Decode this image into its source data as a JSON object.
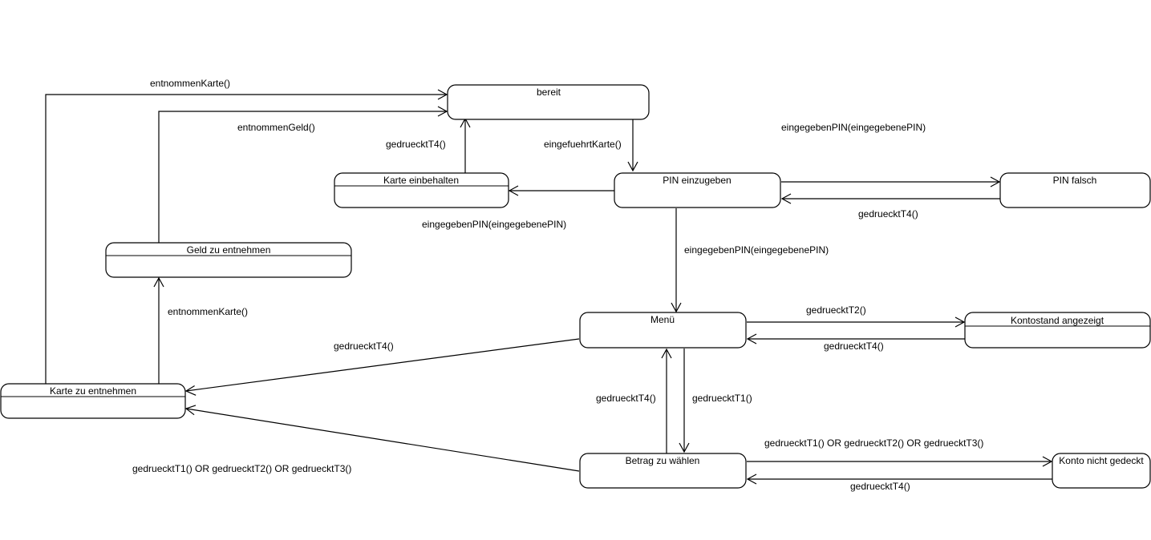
{
  "states": {
    "bereit": "bereit",
    "pin_einzugeben": "PIN einzugeben",
    "pin_falsch": "PIN falsch",
    "karte_einbehalten": "Karte einbehalten",
    "geld_zu_entnehmen": "Geld zu entnehmen",
    "menue": "Menü",
    "kontostand_angezeigt": "Kontostand angezeigt",
    "karte_zu_entnehmen": "Karte zu entnehmen",
    "betrag_zu_waehlen": "Betrag zu wählen",
    "konto_nicht_gedeckt": "Konto nicht gedeckt"
  },
  "transitions": {
    "karte_zu_entnehmen_to_bereit": "entnommenKarte()",
    "geld_zu_entnehmen_to_bereit": "entnommenGeld()",
    "karte_einbehalten_to_bereit": "gedruecktT4()",
    "bereit_to_pin_einzugeben": "eingefuehrtKarte()",
    "pin_einzugeben_to_pin_falsch": "eingegebenPIN(eingegebenePIN)",
    "pin_falsch_to_pin_einzugeben": "gedruecktT4()",
    "pin_einzugeben_to_karte_einbehalten": "eingegebenPIN(eingegebenePIN)",
    "pin_einzugeben_to_menue": "eingegebenPIN(eingegebenePIN)",
    "karte_zu_entnehmen_to_geld_zu_entnehmen": "entnommenKarte()",
    "menue_to_kontostand": "gedruecktT2()",
    "kontostand_to_menue": "gedruecktT4()",
    "menue_to_karte_zu_entnehmen": "gedruecktT4()",
    "betrag_to_menue": "gedruecktT4()",
    "menue_to_betrag": "gedruecktT1()",
    "betrag_to_konto_nicht_gedeckt": "gedruecktT1() OR gedruecktT2() OR gedruecktT3()",
    "konto_nicht_gedeckt_to_betrag": "gedruecktT4()",
    "betrag_to_karte_zu_entnehmen": "gedruecktT1() OR gedruecktT2() OR gedruecktT3()"
  }
}
